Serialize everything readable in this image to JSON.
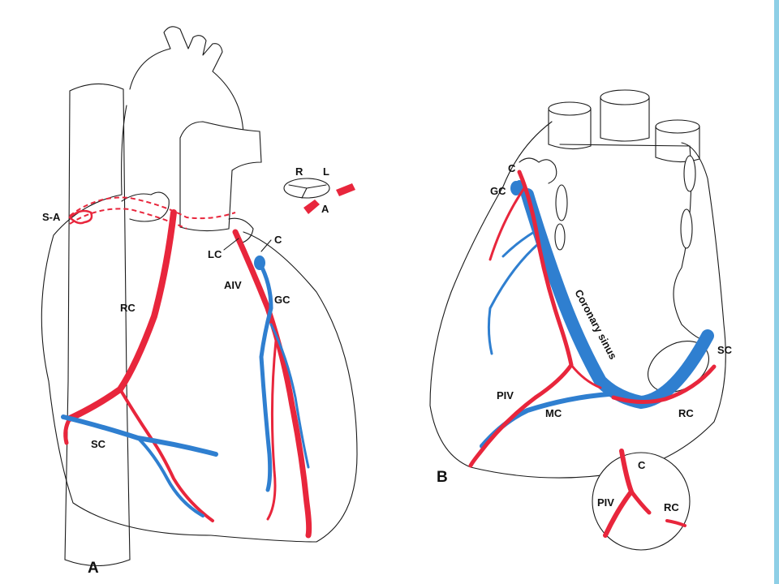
{
  "colors": {
    "artery": "#e8263c",
    "vein": "#2f7fd0",
    "outline": "#1a1a1a",
    "border": "#8ecfe6"
  },
  "figure_a": {
    "panel_label": "A",
    "labels": {
      "sa": "S-A",
      "rc": "RC",
      "sc": "SC",
      "lc": "LC",
      "c": "C",
      "aiv": "AIV",
      "gc": "GC"
    },
    "valve_inset": {
      "r": "R",
      "l": "L",
      "a": "A"
    }
  },
  "figure_b": {
    "panel_label": "B",
    "labels": {
      "c": "C",
      "gc": "GC",
      "coronary_sinus": "Coronary sinus",
      "sc": "SC",
      "piv": "PIV",
      "mc": "MC",
      "rc": "RC"
    },
    "inset": {
      "c": "C",
      "piv": "PIV",
      "rc": "RC"
    }
  }
}
